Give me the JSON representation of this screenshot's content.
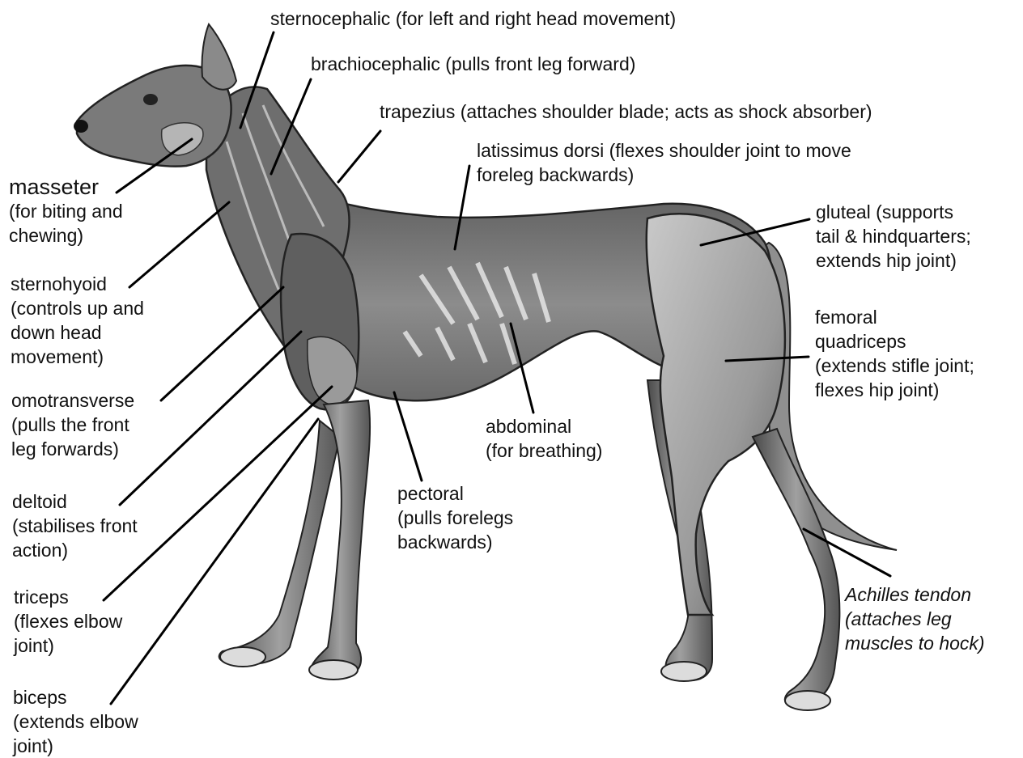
{
  "labels": {
    "sternocephalic": [
      "sternocephalic (for left and right head movement)"
    ],
    "brachiocephalic": [
      "brachiocephalic (pulls front leg forward)"
    ],
    "trapezius": [
      "trapezius (attaches shoulder blade; acts as shock absorber)"
    ],
    "latissimus": [
      "latissimus dorsi (flexes shoulder joint to move",
      "foreleg backwards)"
    ],
    "masseter": [
      "masseter",
      "(for biting and",
      "chewing)"
    ],
    "gluteal": [
      "gluteal (supports",
      "tail & hindquarters;",
      "extends hip joint)"
    ],
    "sternohyoid": [
      "sternohyoid",
      "(controls up and",
      "down head",
      "movement)"
    ],
    "femoral": [
      "femoral",
      "quadriceps",
      "(extends stifle joint;",
      "flexes hip joint)"
    ],
    "omotransverse": [
      "omotransverse",
      "(pulls the front",
      "leg forwards)"
    ],
    "abdominal": [
      "abdominal",
      "(for breathing)"
    ],
    "pectoral": [
      "pectoral",
      "(pulls forelegs",
      "backwards)"
    ],
    "deltoid": [
      "deltoid",
      "(stabilises front",
      "action)"
    ],
    "triceps": [
      "triceps",
      "(flexes elbow",
      "joint)"
    ],
    "achilles": [
      "Achilles tendon",
      "(attaches leg",
      "muscles to hock)"
    ],
    "biceps": [
      "biceps",
      "(extends elbow",
      "joint)"
    ]
  },
  "colors": {
    "ink": "#111111",
    "shadow": "#7b7b7b",
    "midtone": "#a9a9a9",
    "paper": "#ffffff"
  }
}
